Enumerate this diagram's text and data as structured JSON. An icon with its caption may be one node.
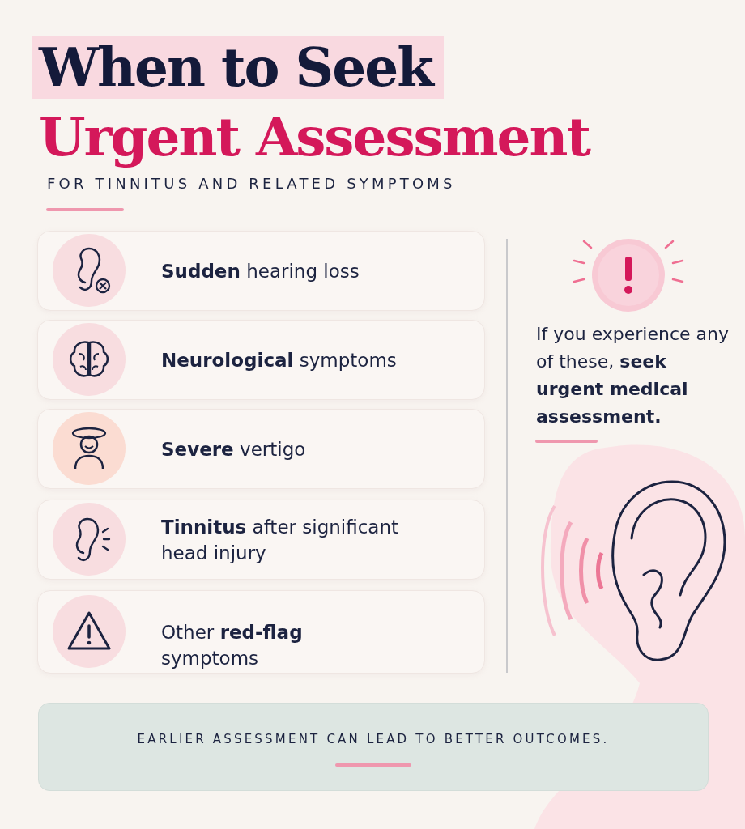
{
  "diagram": {
    "title": "When to Seek Urgent Assessment",
    "nodes": [
      {
        "text": [
          "**Sudden** hearing loss"
        ]
      },
      {
        "text": [
          "**Neurological** symptoms"
        ]
      },
      {
        "text": [
          "**Severe** vertigo"
        ]
      },
      {
        "text": [
          "**Tinnitus** after significant head injury"
        ]
      },
      {
        "text": [
          "Other **red-flag** symptoms"
        ]
      },
      {
        "text": [
          "EARLIER ASSESSMENT CAN LEAD TO BETTER OUTCOMES."
        ]
      }
    ],
    "labels": [
      "FOR TINNITUS AND RELATED SYMPTOMS",
      "If you experience any of these, **seek urgent medical assessment.**"
    ]
  }
}
